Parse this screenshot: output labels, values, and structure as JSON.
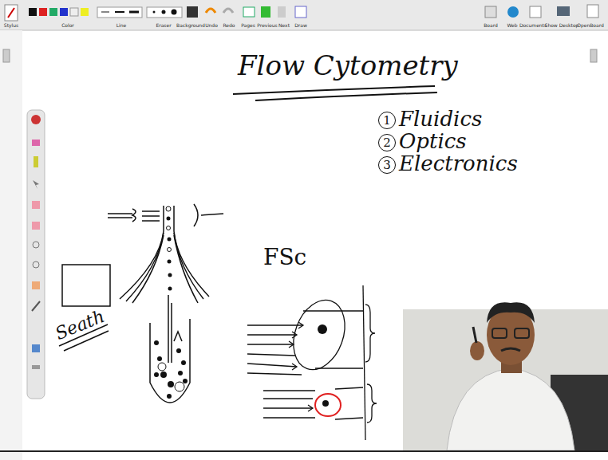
{
  "diagram": {
    "title": "Flow Cytometry",
    "labels": [
      "1",
      "Fluidics",
      "2",
      "Optics",
      "3",
      "Electronics",
      "FSc",
      "Seath",
      "Stylus",
      "Color",
      "Line",
      "Eraser",
      "Background",
      "Undo",
      "Redo",
      "Pages",
      "Previous",
      "Next",
      "Draw",
      "Board",
      "Web",
      "Documents",
      "Show Desktop",
      "OpenBoard"
    ]
  }
}
